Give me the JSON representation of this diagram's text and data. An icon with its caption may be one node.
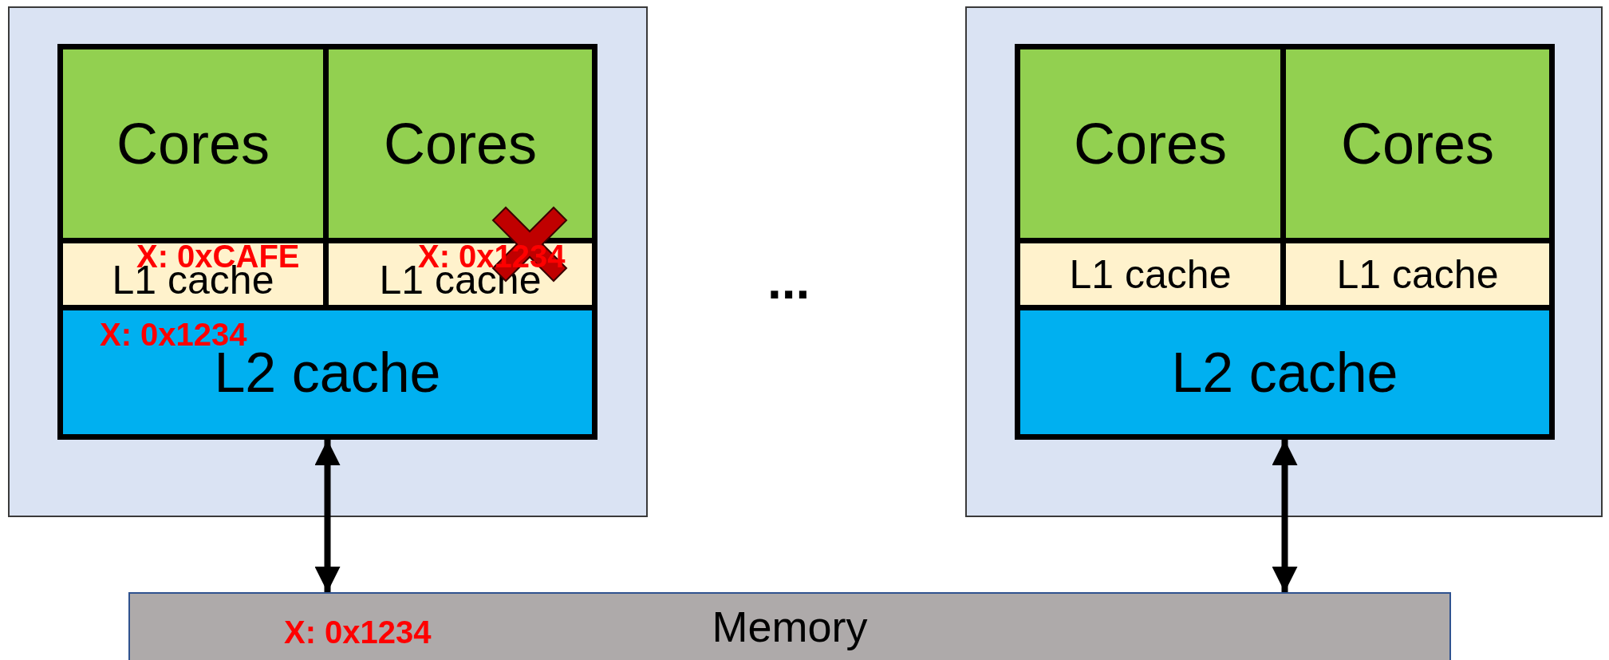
{
  "diagram": {
    "nodes": [
      {
        "text": [],
        "shape": "box"
      },
      {
        "text": [
          "Cores"
        ],
        "in": 0
      },
      {
        "text": [
          "Cores"
        ],
        "in": 0
      },
      {
        "text": [
          "X: 0xCAFE",
          "L1 cache"
        ],
        "in": 0
      },
      {
        "text": [
          "X: 0x1234",
          "L1 cache"
        ],
        "in": 0
      },
      {
        "text": [
          "X: 0x1234",
          "L2 cache"
        ],
        "in": 0
      },
      {
        "text": [],
        "shape": "box"
      },
      {
        "text": [
          "Cores"
        ],
        "in": 6
      },
      {
        "text": [
          "Cores"
        ],
        "in": 6
      },
      {
        "text": [
          "L1 cache"
        ],
        "in": 6
      },
      {
        "text": [
          "L1 cache"
        ],
        "in": 6
      },
      {
        "text": [
          "L2 cache"
        ],
        "in": 6
      },
      {
        "text": [
          "X: 0x1234",
          "Memory"
        ]
      }
    ],
    "edges": [
      {
        "from": 5,
        "to": 12,
        "arrow": "both"
      },
      {
        "from": 11,
        "to": 12,
        "arrow": "both"
      }
    ],
    "labels": [
      "..."
    ]
  }
}
